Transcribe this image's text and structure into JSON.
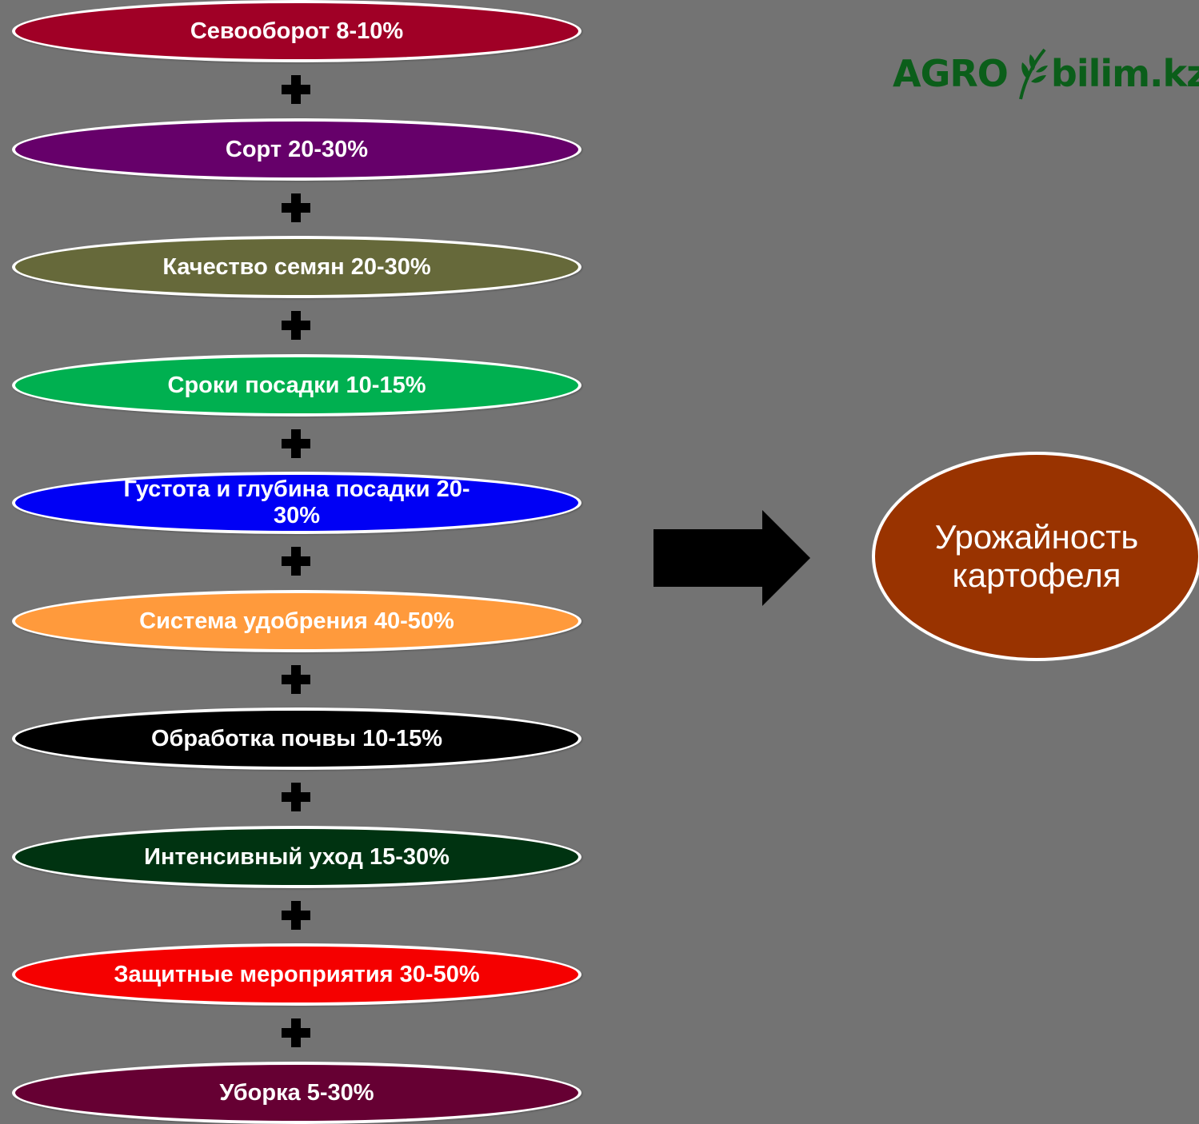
{
  "factors": [
    {
      "label": "Севооборот 8-10%",
      "color": "#a00026"
    },
    {
      "label": "Сорт 20-30%",
      "color": "#66006a"
    },
    {
      "label": "Качество семян 20-30%",
      "color": "#66693a"
    },
    {
      "label": "Сроки посадки 10-15%",
      "color": "#00b050"
    },
    {
      "label": "Густота и глубина посадки 20-30%",
      "color": "#0000f5"
    },
    {
      "label": "Система удобрения 40-50%",
      "color": "#ff9a3c"
    },
    {
      "label": "Обработка почвы 10-15%",
      "color": "#000000"
    },
    {
      "label": "Интенсивный уход 15-30%",
      "color": "#003311"
    },
    {
      "label": "Защитные мероприятия 30-50%",
      "color": "#f50000"
    },
    {
      "label": "Уборка 5-30%",
      "color": "#660033"
    }
  ],
  "result": {
    "label": "Урожайность картофеля",
    "color": "#993300"
  },
  "logo": {
    "part1": "AGRO",
    "part2": "bilim.kz",
    "color": "#0b5e1a"
  },
  "background": "#737373"
}
